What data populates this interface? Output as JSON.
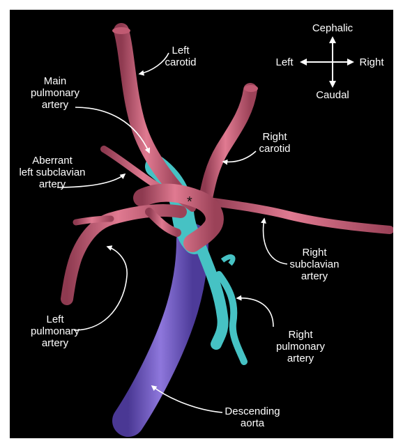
{
  "orientation": {
    "up": "Cephalic",
    "down": "Caudal",
    "left": "Left",
    "right": "Right"
  },
  "labels": {
    "left_carotid": [
      "Left",
      "carotid"
    ],
    "main_pulmonary_artery": [
      "Main",
      "pulmonary",
      "artery"
    ],
    "right_carotid": [
      "Right",
      "carotid"
    ],
    "aberrant_left_subclavian_artery": [
      "Aberrant",
      "left subclavian",
      "artery"
    ],
    "right_subclavian_artery": [
      "Right",
      "subclavian",
      "artery"
    ],
    "left_pulmonary_artery": [
      "Left",
      "pulmonary",
      "artery"
    ],
    "right_pulmonary_artery": [
      "Right",
      "pulmonary",
      "artery"
    ],
    "descending_aorta": [
      "Descending",
      "aorta"
    ]
  },
  "marker": "*",
  "colors": {
    "background": "#000000",
    "text": "#ffffff",
    "artery_pink": "#d9687f",
    "pulmonary_cyan": "#4cc7c7",
    "aorta_purple": "#7d63c9"
  }
}
